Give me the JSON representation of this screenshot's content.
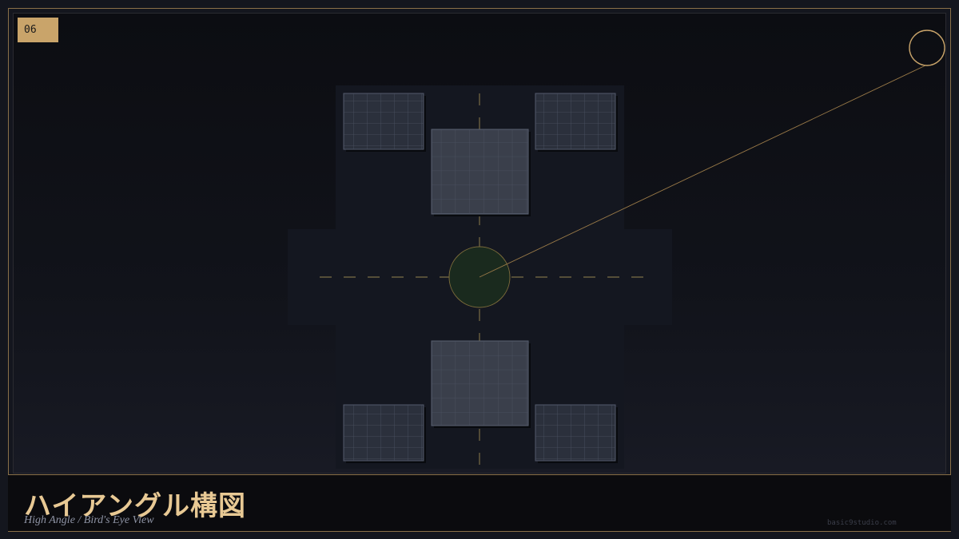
{
  "badge": {
    "number": "06"
  },
  "caption": {
    "title": "ハイアングル構図",
    "subtitle": "High Angle / Bird's Eye View",
    "credit": "basic9studio.com"
  },
  "colors": {
    "accent_gold": "#c9a46a",
    "title_gold": "#e8c994",
    "subject_fill": "#1a2a1e",
    "table_fill": "#3a3f4b",
    "guide_dash": "#6b6040"
  },
  "diagram": {
    "camera_icon": "camera-circle",
    "subject_icon": "subject-circle"
  }
}
